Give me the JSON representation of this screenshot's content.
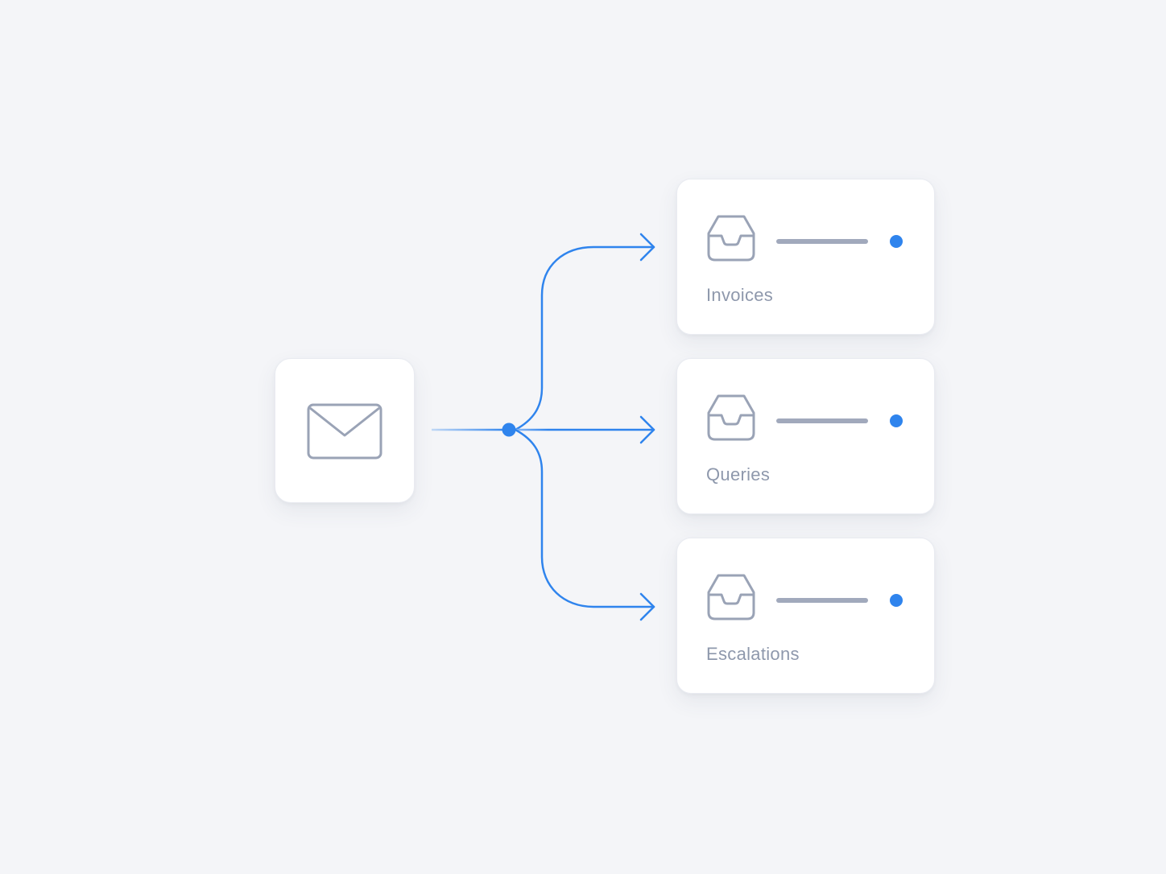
{
  "diagram": {
    "source": {
      "icon": "envelope-icon"
    },
    "destinations": [
      {
        "label": "Invoices",
        "icon": "inbox-tray-icon",
        "status": "active"
      },
      {
        "label": "Queries",
        "icon": "inbox-tray-icon",
        "status": "active"
      },
      {
        "label": "Escalations",
        "icon": "inbox-tray-icon",
        "status": "active"
      }
    ],
    "colors": {
      "background": "#f4f5f8",
      "accent": "#2f84ed",
      "icon_stroke": "#9aa3b6",
      "label_text": "#8e98ac"
    }
  }
}
